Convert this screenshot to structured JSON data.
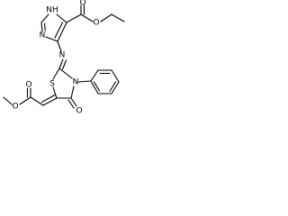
{
  "structure": {
    "atoms": {
      "nh_top": "NH",
      "n_imidazole": "N",
      "n_imine": "N",
      "o_ester_carbonyl": "O",
      "o_ester_ether": "O",
      "s_ring": "S",
      "n_ring": "N",
      "o_ring_carbonyl": "O",
      "o_methyl_carbonyl": "O",
      "o_methyl_ether": "O"
    }
  }
}
